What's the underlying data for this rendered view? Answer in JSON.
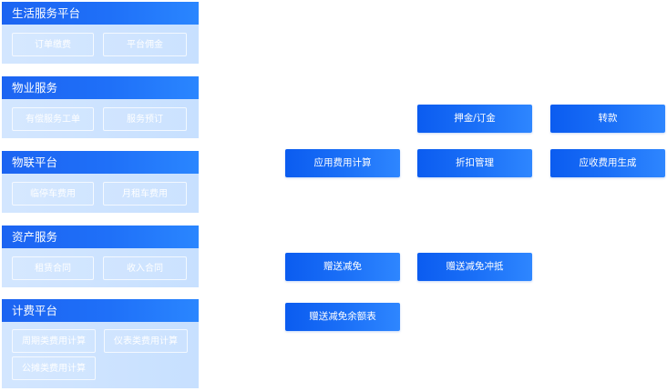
{
  "groups": [
    {
      "title": "生活服务平台",
      "items": [
        "订单缴费",
        "平台佣金"
      ]
    },
    {
      "title": "物业服务",
      "items": [
        "有偿服务工单",
        "服务预订"
      ]
    },
    {
      "title": "物联平台",
      "items": [
        "临停车费用",
        "月租车费用"
      ]
    },
    {
      "title": "资产服务",
      "items": [
        "租赁合同",
        "收入合同"
      ]
    },
    {
      "title": "计费平台",
      "items": [
        "周期类费用计算",
        "仪表类费用计算",
        "公摊类费用计算"
      ]
    }
  ],
  "actions": {
    "deposit": "押金/订金",
    "transfer": "转款",
    "apply_fee_calc": "应用费用计算",
    "discount_mgmt": "折扣管理",
    "receivable_gen": "应收费用生成",
    "gift_waiver": "赠送减免",
    "gift_waiver_offset": "赠送减免冲抵",
    "gift_waiver_balance": "赠送减免余额表"
  }
}
